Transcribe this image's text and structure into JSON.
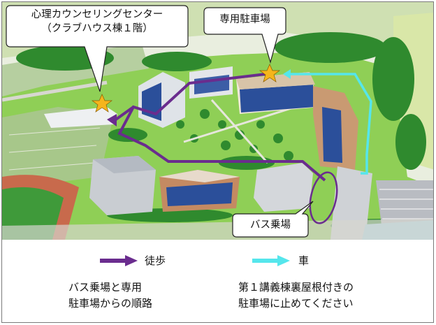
{
  "callouts": {
    "counseling_center": {
      "line1": "心理カウンセリングセンター",
      "line2": "（クラブハウス棟１階）"
    },
    "parking": "専用駐車場",
    "bus_stop": "バス乗場"
  },
  "legend": {
    "walk": {
      "label": "徒歩",
      "color": "#6a2c8e",
      "note_line1": "バス乗場と専用",
      "note_line2": "駐車場からの順路"
    },
    "car": {
      "label": "車",
      "color": "#55e6ec",
      "note_line1": "第１講義棟裏屋根付きの",
      "note_line2": "駐車場に止めてください"
    }
  },
  "colors": {
    "star": "#f5b51c",
    "grass": "#7fc24a",
    "tree": "#2f8a2e",
    "track": "#c86a4c",
    "building_glass": "#2b4f9a"
  }
}
